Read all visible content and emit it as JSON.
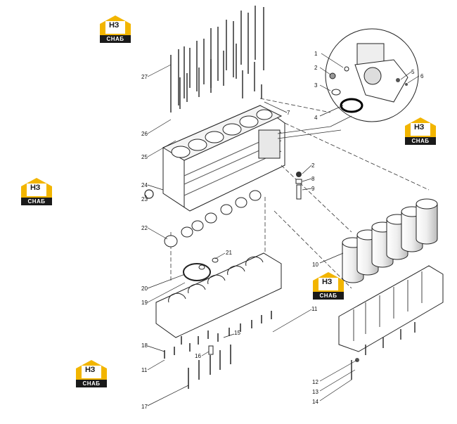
{
  "watermark": {
    "mark": "НЗ",
    "word": "СНАБ",
    "accent": "#f2b500",
    "dark": "#1a1a1a"
  },
  "callouts": [
    "1",
    "2",
    "3",
    "4",
    "5",
    "6",
    "7",
    "8",
    "9",
    "10",
    "11",
    "11",
    "12",
    "13",
    "14",
    "15",
    "16",
    "17",
    "18",
    "19",
    "20",
    "21",
    "22",
    "23",
    "24",
    "25",
    "26",
    "27",
    "2"
  ],
  "colors": {
    "line": "#222222",
    "fill": "#ffffff",
    "shade": "#d9d9d9"
  }
}
